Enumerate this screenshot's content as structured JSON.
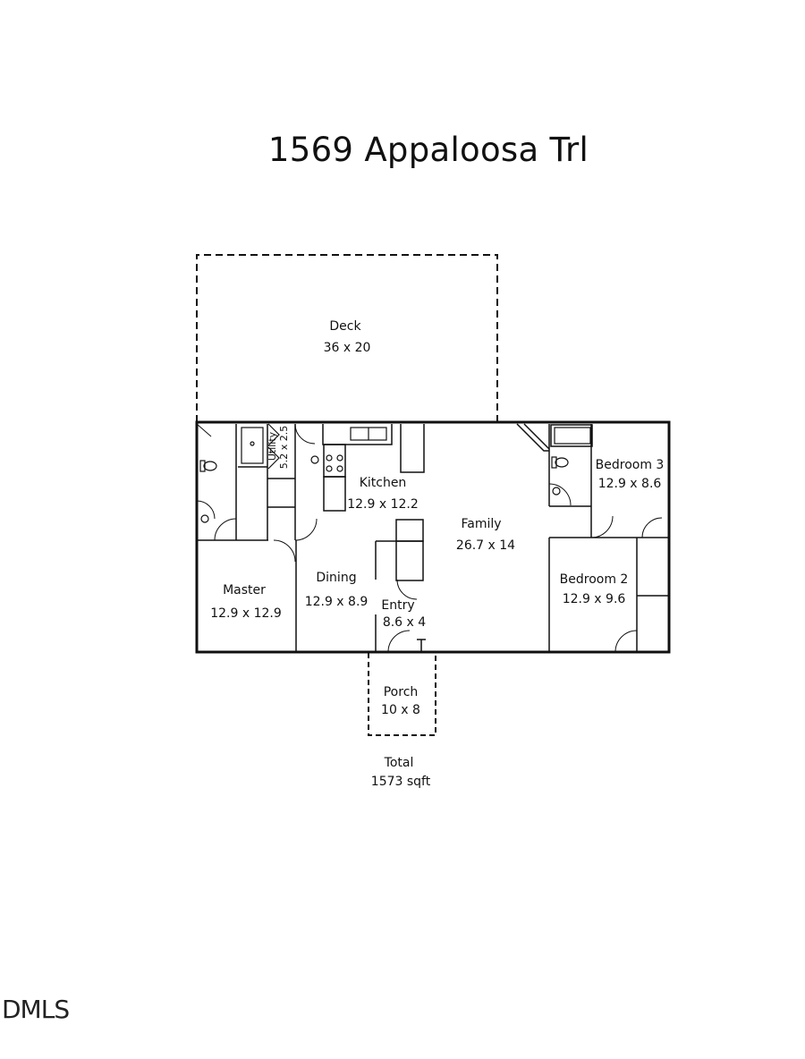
{
  "title": "1569 Appaloosa Trl",
  "watermark": "DMLS",
  "rooms": {
    "deck": {
      "name": "Deck",
      "size": "36 x 20"
    },
    "utility": {
      "name": "Utility",
      "size": "5.2 x 2.5"
    },
    "kitchen": {
      "name": "Kitchen",
      "size": "12.9 x 12.2"
    },
    "bedroom3": {
      "name": "Bedroom 3",
      "size": "12.9 x 8.6"
    },
    "family": {
      "name": "Family",
      "size": "26.7 x 14"
    },
    "master": {
      "name": "Master",
      "size": "12.9 x 12.9"
    },
    "dining": {
      "name": "Dining",
      "size": "12.9 x 8.9"
    },
    "entry": {
      "name": "Entry",
      "size": "8.6 x 4"
    },
    "bedroom2": {
      "name": "Bedroom 2",
      "size": "12.9 x 9.6"
    },
    "porch": {
      "name": "Porch",
      "size": "10 x 8"
    }
  },
  "total": {
    "label": "Total",
    "value": "1573 sqft"
  }
}
